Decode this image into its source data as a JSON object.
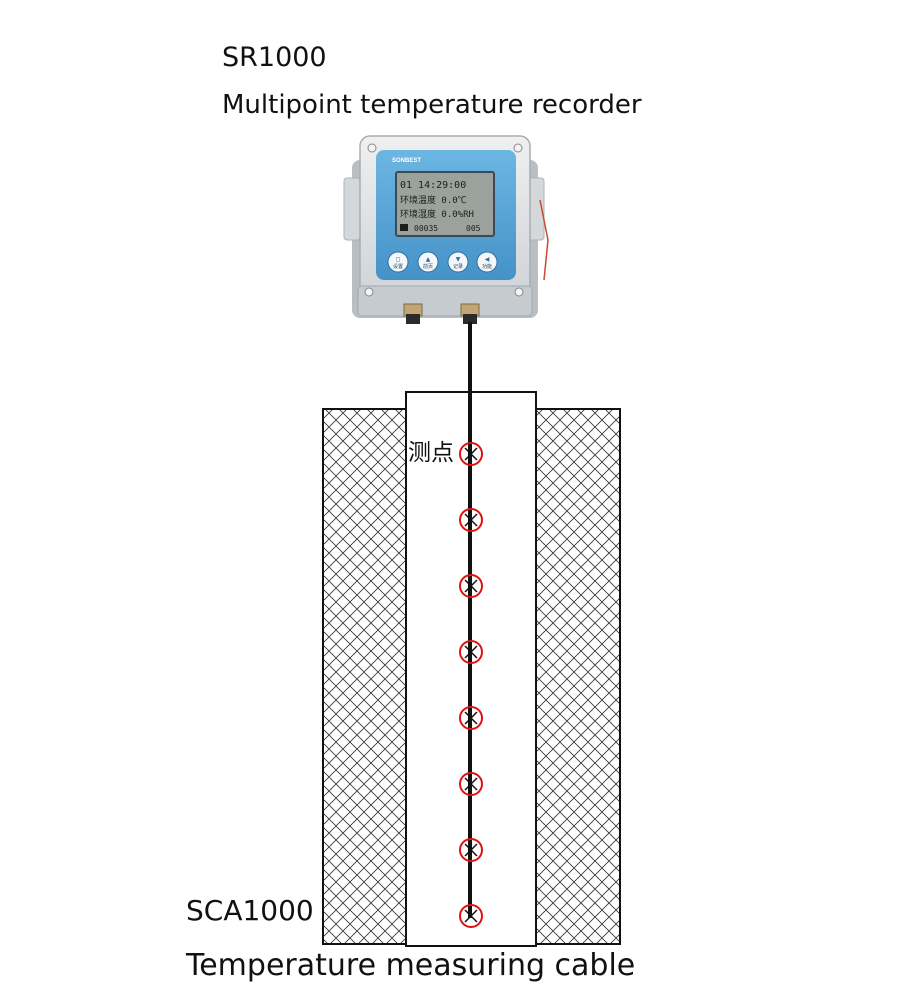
{
  "device": {
    "model": "SR1000",
    "name": "Multipoint temperature recorder",
    "brand": "SONBEST",
    "screen": {
      "line1": "01 14:29:00",
      "line2": "环境温度 0.0℃",
      "line3": "环境湿度 0.0%RH",
      "line4_left": "00035",
      "line4_right": "005"
    },
    "buttons": [
      {
        "glyph": "◻",
        "label": "设置"
      },
      {
        "glyph": "▲",
        "label": "前页"
      },
      {
        "glyph": "▼",
        "label": "记录"
      },
      {
        "glyph": "◀",
        "label": "功能"
      }
    ]
  },
  "measuring_point_label": "测点",
  "cable": {
    "model": "SCA1000",
    "name": "Temperature measuring cable",
    "measuring_point_count": 8
  },
  "colors": {
    "housing": "#e3e6e8",
    "panel_blue": "#5aa8da",
    "lcd": "#9aa29a",
    "cable": "#111111",
    "point_ring": "#e01010",
    "hatch": "#222222"
  }
}
